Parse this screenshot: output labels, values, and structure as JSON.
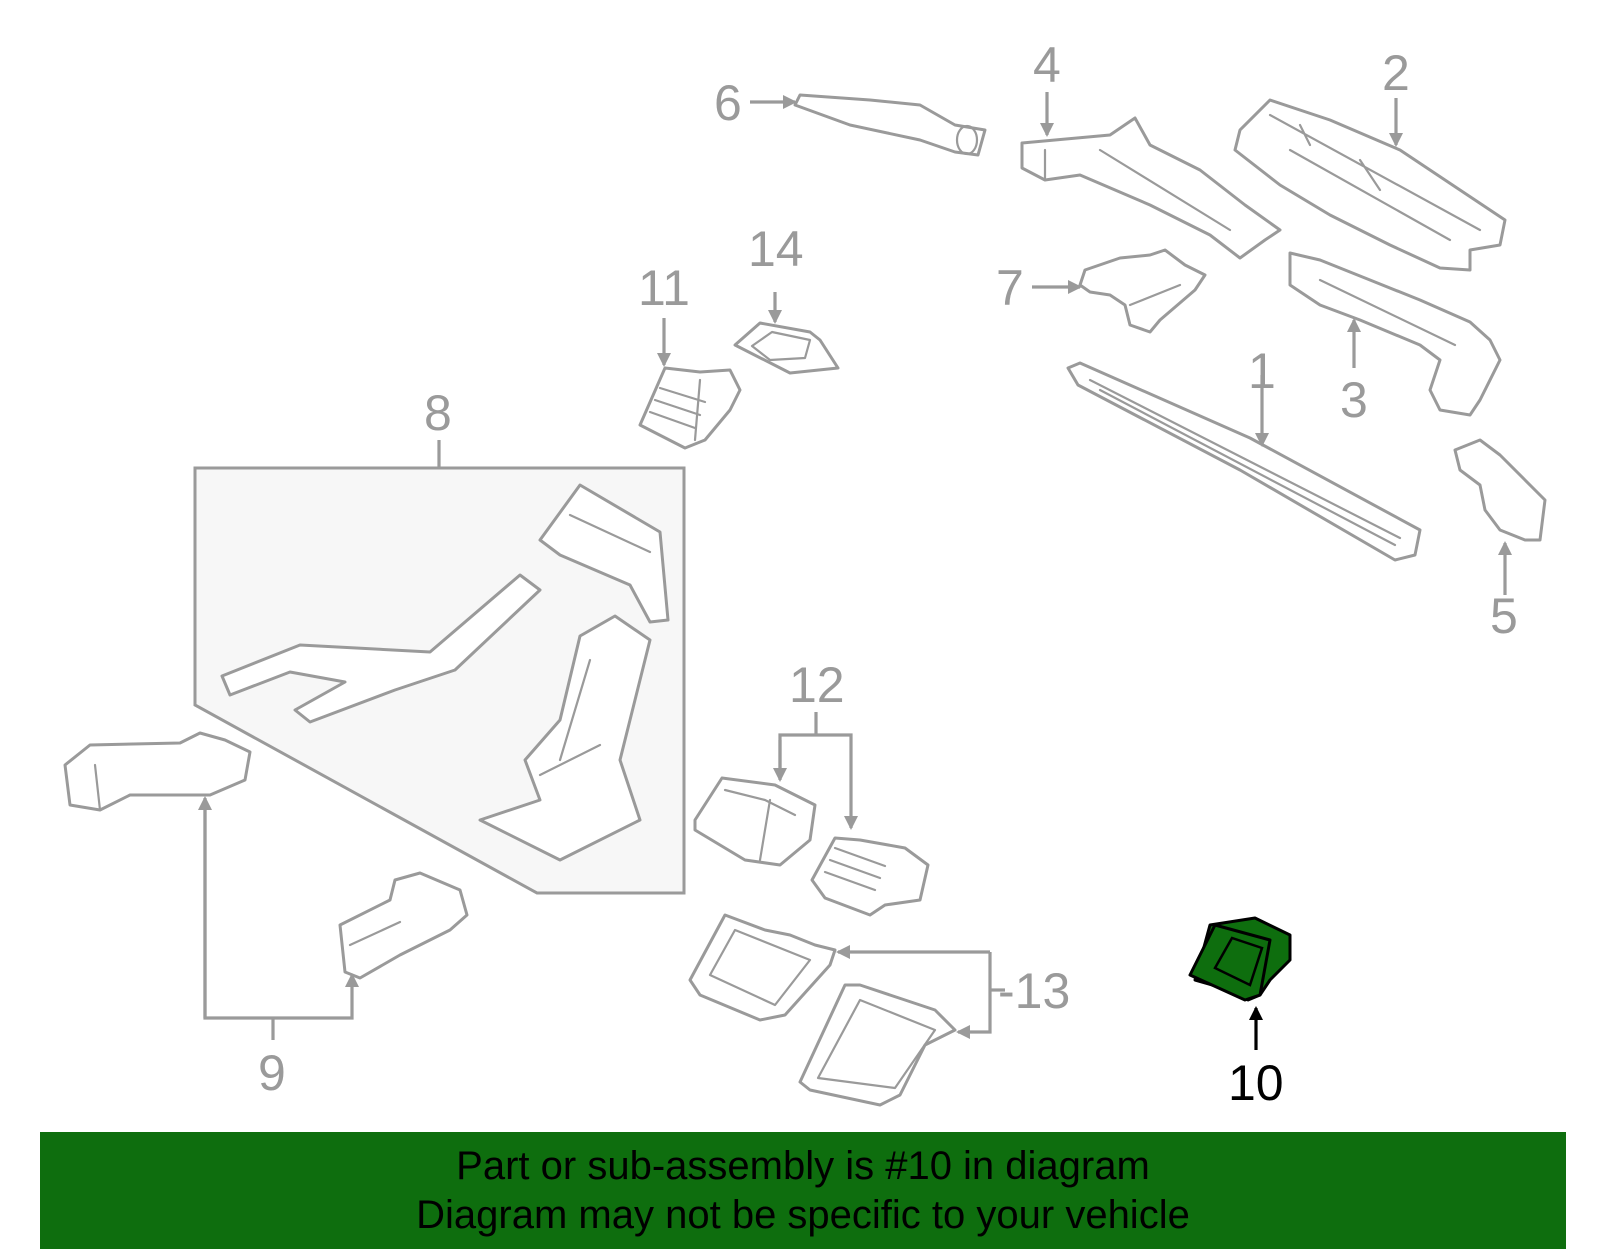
{
  "diagram": {
    "highlight_color": "#0e6e0e",
    "line_color": "#9a9a9a",
    "callouts": {
      "c1": "1",
      "c2": "2",
      "c3": "3",
      "c4": "4",
      "c5": "5",
      "c6": "6",
      "c7": "7",
      "c8": "8",
      "c9": "9",
      "c10": "10",
      "c11": "11",
      "c12": "12",
      "c13": "-13",
      "c14": "14"
    }
  },
  "banner": {
    "line1": "Part or sub-assembly is #10 in diagram",
    "line2": "Diagram may not be specific to your vehicle"
  }
}
